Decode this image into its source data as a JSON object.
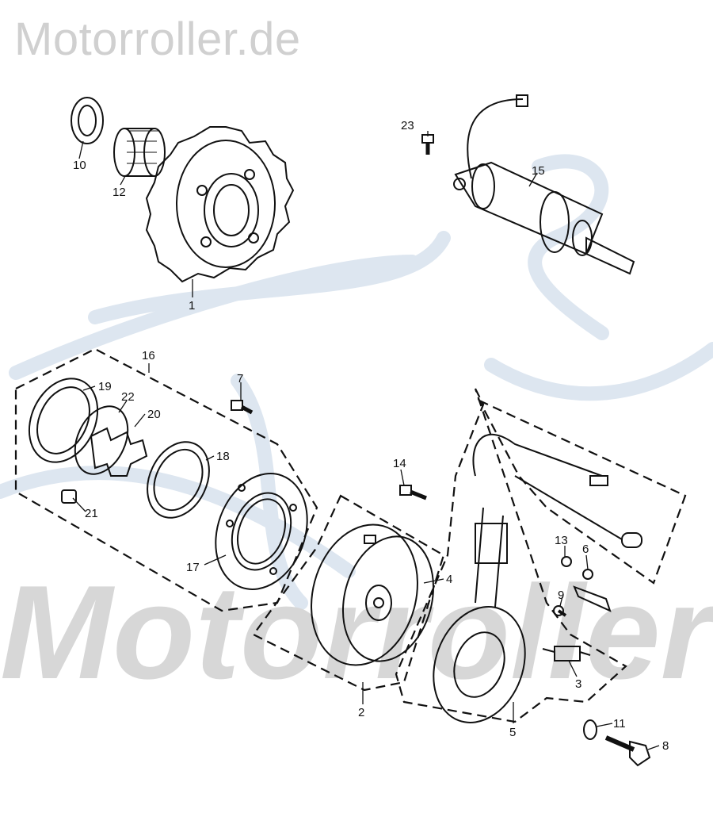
{
  "header": {
    "site_title": "Motorroller.de"
  },
  "watermark": {
    "text": "Motorroller"
  },
  "callouts": [
    "10",
    "12",
    "1",
    "23",
    "15",
    "16",
    "19",
    "22",
    "20",
    "7",
    "18",
    "21",
    "17",
    "14",
    "4",
    "13",
    "6",
    "9",
    "3",
    "2",
    "5",
    "11",
    "8"
  ],
  "colors": {
    "line": "#111111",
    "watermark_text": "#d7d7d7",
    "watermark_logo": "#dde6f0"
  }
}
